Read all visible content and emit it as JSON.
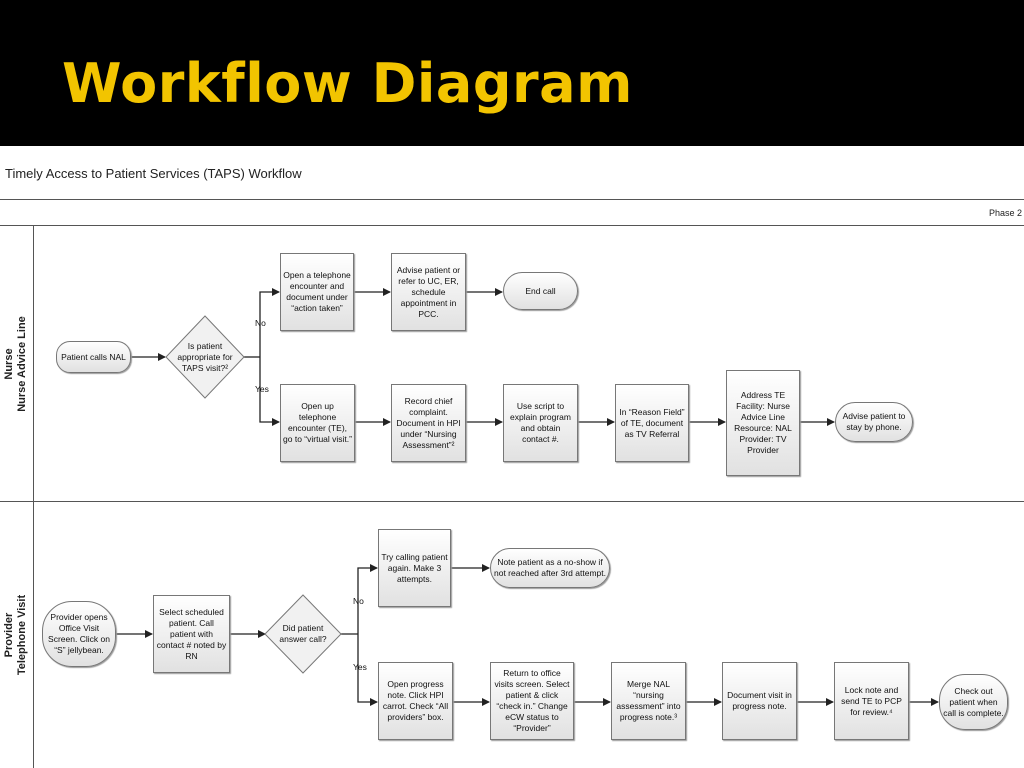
{
  "slide": {
    "title": "Workflow Diagram"
  },
  "diagram": {
    "title": "Timely Access to Patient Services (TAPS) Workflow",
    "phase": "Phase 2",
    "lanes": [
      {
        "line1": "Nurse",
        "line2": "Nurse Advice Line"
      },
      {
        "line1": "Provider",
        "line2": "Telephone Visit"
      }
    ],
    "nurse": {
      "start": "Patient calls NAL",
      "decision": "Is patient appropriate for TAPS visit?²",
      "no_label": "No",
      "yes_label": "Yes",
      "no_step1": "Open a telephone encounter and document under “action taken”",
      "no_step2": "Advise patient or refer to UC, ER, schedule appointment in PCC.",
      "no_end": "End call",
      "yes_step1": "Open up telephone encounter (TE), go to “virtual visit.”",
      "yes_step2": "Record chief complaint. Document in HPI under “Nursing Assessment”²",
      "yes_step3": "Use script to explain program and obtain contact #.",
      "yes_step4": "In “Reason Field” of TE, document as TV Referral",
      "yes_step5": "Address TE Facility: Nurse Advice Line Resource: NAL Provider: TV Provider",
      "yes_end": "Advise patient to stay by phone."
    },
    "provider": {
      "start": "Provider opens Office Visit Screen. Click on “S” jellybean.",
      "step1": "Select scheduled patient. Call patient with contact # noted by RN",
      "decision": "Did patient answer call?",
      "no_label": "No",
      "yes_label": "Yes",
      "no_step1": "Try calling patient again. Make 3 attempts.",
      "no_end": "Note patient as a no-show if not reached after 3rd attempt.",
      "yes_step1": "Open progress note. Click HPI carrot. Check “All providers” box.",
      "yes_step2": "Return to office visits screen. Select patient & click “check in.” Change eCW status to “Provider”",
      "yes_step3": "Merge NAL “nursing assessment” into progress note.³",
      "yes_step4": "Document visit in progress note.",
      "yes_step5": "Lock note and send TE to PCP for review.⁴",
      "yes_end": "Check out patient when call is complete."
    }
  }
}
